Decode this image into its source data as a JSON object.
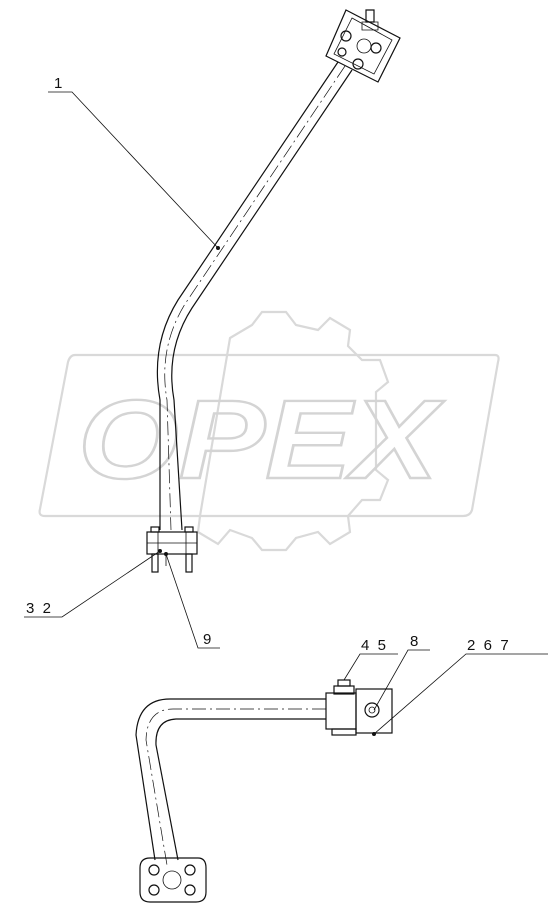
{
  "watermark": {
    "text": "OPEX"
  },
  "callouts": {
    "c1": "1",
    "c32": "3  2",
    "c9": "9",
    "c45": "4  5",
    "c8": "8",
    "c267": "2  6  7"
  }
}
